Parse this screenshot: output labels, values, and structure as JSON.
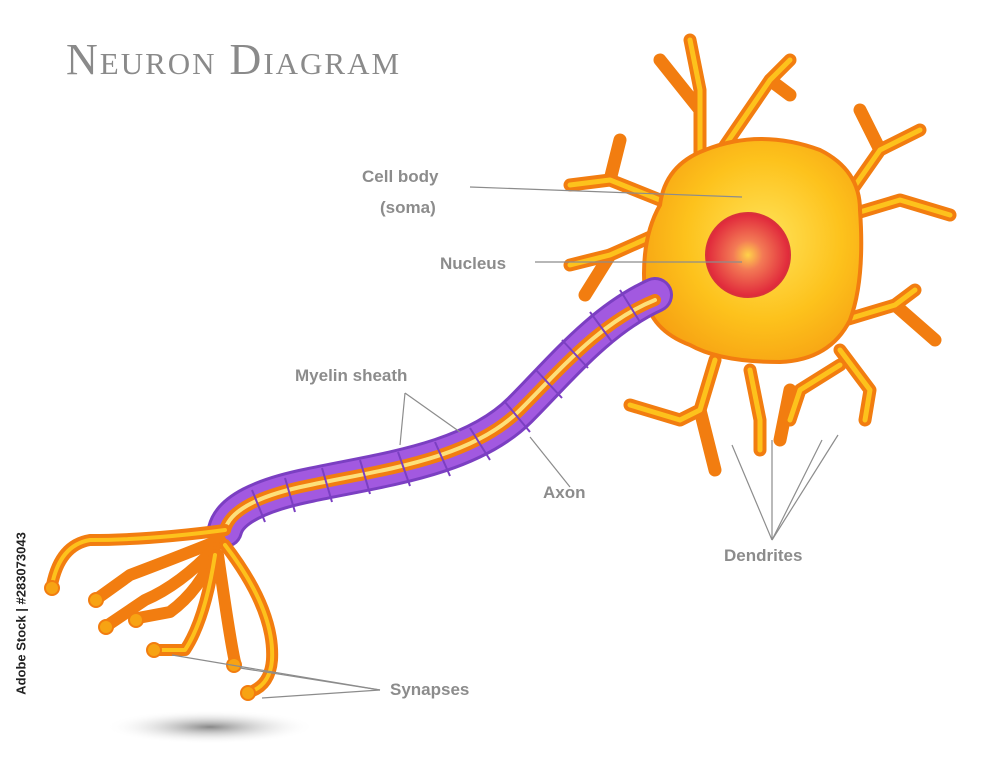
{
  "title": "Neuron Diagram",
  "labels": {
    "cell_body": "Cell body",
    "soma": "(soma)",
    "nucleus": "Nucleus",
    "myelin": "Myelin sheath",
    "axon": "Axon",
    "dendrites": "Dendrites",
    "synapses": "Synapses"
  },
  "watermark": "Adobe Stock | #283073043",
  "colors": {
    "soma_fill": "#fdb515",
    "soma_outline": "#f27d10",
    "nucleus": "#e23a3a",
    "myelin": "#a259e0",
    "myelin_outline": "#7b3fc2",
    "axon_core": "#f7a31a",
    "leader_line": "#8c8c8c"
  }
}
